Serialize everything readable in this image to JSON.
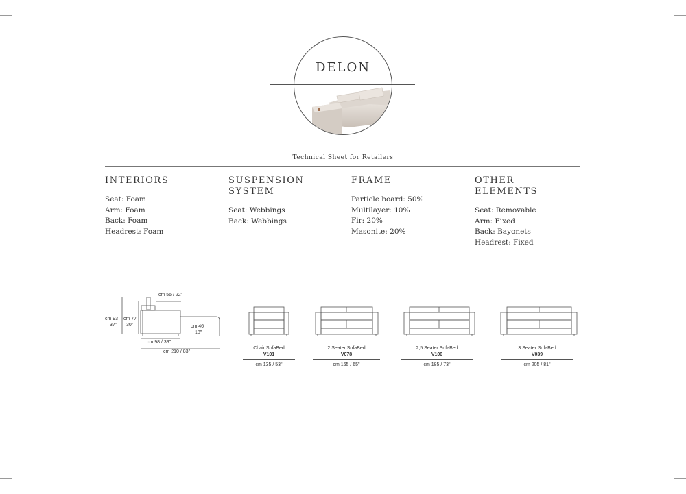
{
  "header": {
    "title": "DELON",
    "subtitle": "Technical Sheet for Retailers"
  },
  "colors": {
    "text": "#333333",
    "rule": "#777777",
    "sofa": "#d8d0c8"
  },
  "sections": [
    {
      "heading": "INTERIORS",
      "items": [
        "Seat: Foam",
        "Arm: Foam",
        "Back: Foam",
        "Headrest: Foam"
      ]
    },
    {
      "heading": "SUSPENSION SYSTEM",
      "items": [
        "Seat: Webbings",
        "Back: Webbings"
      ]
    },
    {
      "heading": "FRAME",
      "items": [
        "Particle board: 50%",
        "Multilayer: 10%",
        "Fir: 20%",
        "Masonite: 20%"
      ]
    },
    {
      "heading": "OTHER ELEMENTS",
      "items": [
        "Seat: Removable",
        "Arm: Fixed",
        "Back: Bayonets",
        "Headrest: Fixed"
      ]
    }
  ],
  "side_view": {
    "headrest_depth": "cm 56 / 22\"",
    "total_height_cm": "cm 93",
    "total_height_in": "37\"",
    "back_height_cm": "cm 77",
    "back_height_in": "30\"",
    "seat_height_cm": "cm 46",
    "seat_height_in": "18\"",
    "depth": "cm 98 / 39\"",
    "open_depth": "cm 210 / 83\""
  },
  "products": [
    {
      "name": "Chair SofaBed",
      "code": "V101",
      "width": "cm 135 / 53\""
    },
    {
      "name": "2 Seater SofaBed",
      "code": "V078",
      "width": "cm 165 / 65\""
    },
    {
      "name": "2,5 Seater SofaBed",
      "code": "V100",
      "width": "cm 185 / 73\""
    },
    {
      "name": "3 Seater SofaBed",
      "code": "V039",
      "width": "cm 205 / 81\""
    }
  ]
}
